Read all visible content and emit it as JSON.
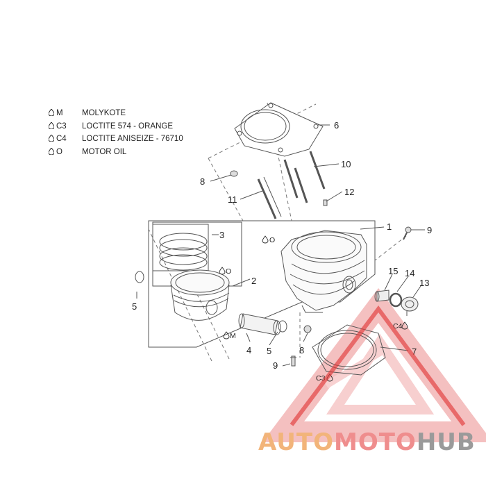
{
  "legend": [
    {
      "symbol": "M",
      "text": "MOLYKOTE"
    },
    {
      "symbol": "C3",
      "text": "LOCTITE 574 - ORANGE"
    },
    {
      "symbol": "C4",
      "text": "LOCTITE ANISEIZE - 76710"
    },
    {
      "symbol": "O",
      "text": "MOTOR OIL"
    }
  ],
  "callouts": {
    "c1": "1",
    "c2": "2",
    "c3": "3",
    "c4": "4",
    "c5a": "5",
    "c5b": "5",
    "c6": "6",
    "c7": "7",
    "c8a": "8",
    "c8b": "8",
    "c9a": "9",
    "c9b": "9",
    "c10": "10",
    "c11": "11",
    "c12": "12",
    "c13": "13",
    "c14": "14",
    "c15": "15"
  },
  "notes": {
    "n_cyl": "O",
    "n_piston": "O",
    "n_pin": "M",
    "n_plug": "C4",
    "n_gasket": "C3"
  },
  "watermark": {
    "part1": "AUTO",
    "part2": "MOTO",
    "part3": "HUB"
  },
  "colors": {
    "line": "#555555",
    "watermark_red": "#e23a3a",
    "watermark_pink": "#f3b6b6",
    "accent_orange": "#f2b47a"
  }
}
